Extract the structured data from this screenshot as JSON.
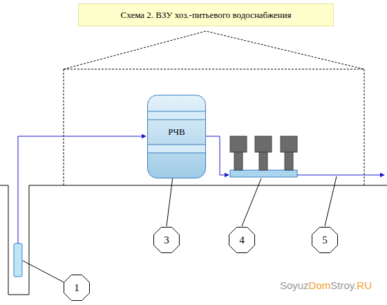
{
  "diagram": {
    "title": "Схема 2. ВЗУ хоз.-питьевого водоснабжения",
    "nodes": [
      {
        "text": [
          "РЧВ"
        ]
      },
      {
        "text": [
          "1"
        ]
      },
      {
        "text": [
          "3"
        ]
      },
      {
        "text": [
          "4"
        ]
      },
      {
        "text": [
          "5"
        ]
      }
    ],
    "edges": [
      {
        "from": 2,
        "to": 0,
        "arrow": "none"
      }
    ],
    "labels": [
      "Soyuz",
      "Dom",
      "Stroy",
      ".RU"
    ]
  }
}
